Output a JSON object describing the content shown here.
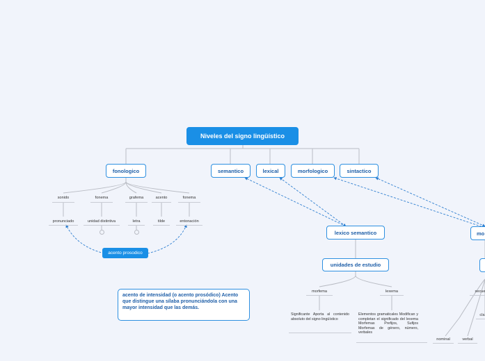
{
  "root": {
    "title": "Niveles del signo lingüístico"
  },
  "levels": {
    "fonologico": "fonologico",
    "semantico": "semantico",
    "lexical": "lexical",
    "morfologico": "morfologico",
    "sintactico": "sintactico"
  },
  "fonologico_children": [
    "sonido",
    "fonema",
    "grafema",
    "acento",
    "fonema"
  ],
  "fonologico_grandchildren": [
    "pronunciado",
    "unidad distintiva",
    "letra",
    "tilde",
    "entonación"
  ],
  "acento_prosodico": "acento prosodico",
  "note": "acento de intensidad (o acento prosódico) Acento que distingue una sílaba pronunciándola con una mayor intensidad que las demás.",
  "lexico_semantico": "lexico semantico",
  "unidades_estudio": "unidades de estudio",
  "morfema": "morfema",
  "lexema": "lexema",
  "morfema_text": "Significante Aporta al contenido absoluto del signo lingüístico",
  "lexema_text": "Elementos gramaticales Modifican y completan el significado del lexema Morfemas Prefijos, Sufijos Morfemas de género, número, verbales",
  "right_partial": {
    "mo": "mo",
    "secue": "secue",
    "cla": "cla",
    "nominal": "nominal",
    "verbal": "verbal"
  },
  "colors": {
    "accent": "#1a8fe6",
    "border": "#2d8fe0",
    "text": "#1f5fa8",
    "connector": "#b9bcc4",
    "background": "#f1f4fb"
  }
}
